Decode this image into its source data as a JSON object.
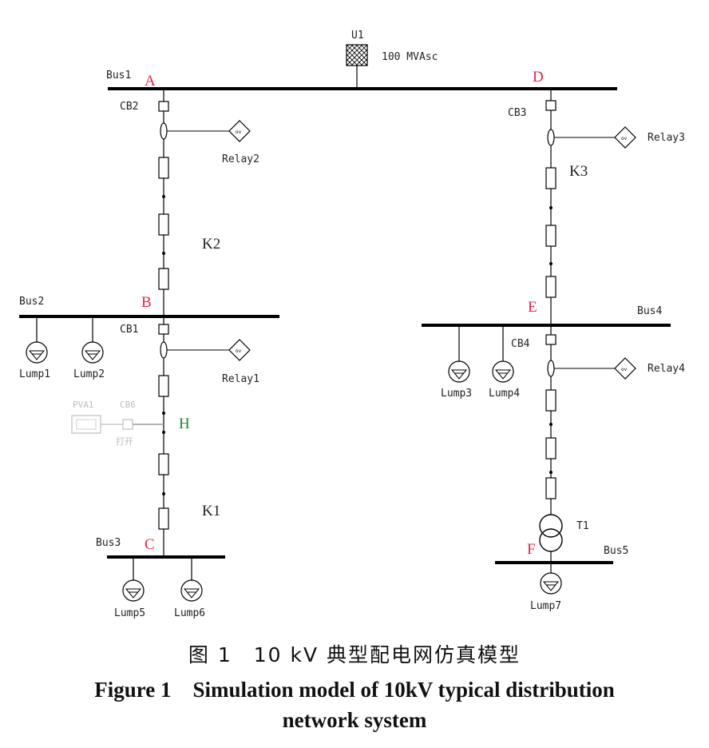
{
  "diagram": {
    "source": {
      "id": "U1",
      "rating": "100 MVAsc"
    },
    "buses": {
      "bus1": "Bus1",
      "bus2": "Bus2",
      "bus3": "Bus3",
      "bus4": "Bus4",
      "bus5": "Bus5"
    },
    "points": {
      "A": "A",
      "B": "B",
      "C": "C",
      "D": "D",
      "E": "E",
      "F": "F",
      "H": "H"
    },
    "breakers": {
      "cb1": "CB1",
      "cb2": "CB2",
      "cb3": "CB3",
      "cb4": "CB4",
      "cb6": "CB6"
    },
    "relays": {
      "relay1": "Relay1",
      "relay2": "Relay2",
      "relay3": "Relay3",
      "relay4": "Relay4"
    },
    "relay_glyph": "ov",
    "lines": {
      "k1": "K1",
      "k2": "K2",
      "k3": "K3"
    },
    "loads": {
      "lump1": "Lump1",
      "lump2": "Lump2",
      "lump3": "Lump3",
      "lump4": "Lump4",
      "lump5": "Lump5",
      "lump6": "Lump6",
      "lump7": "Lump7"
    },
    "transformer": "T1",
    "pv": {
      "id": "PVA1",
      "switch_state": "打开"
    },
    "colors": {
      "point_red": "#e8244a",
      "point_green": "#1f8a1f",
      "line": "#000000",
      "ghost": "#bdbdbd"
    }
  },
  "caption": {
    "cn": "图 1　10 kV 典型配电网仿真模型",
    "en_line1": "Figure 1　Simulation model of 10kV typical distribution",
    "en_line2": "network system"
  }
}
